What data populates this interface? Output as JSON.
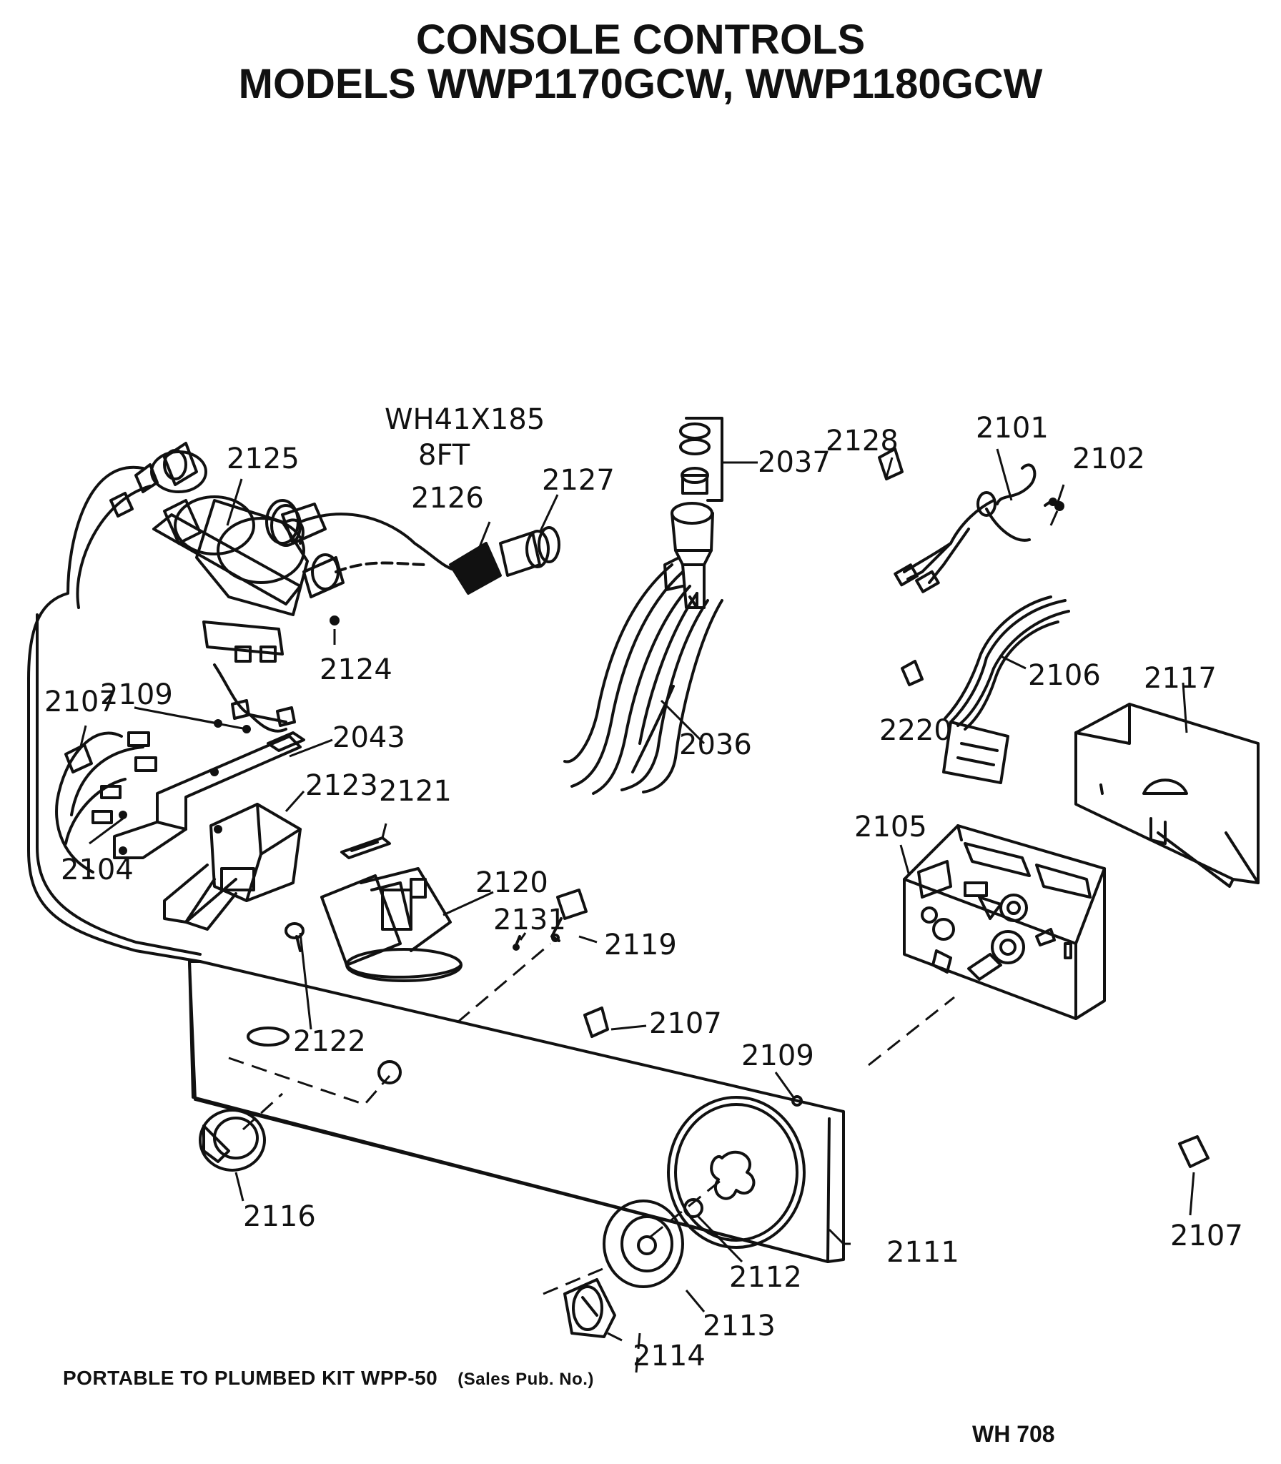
{
  "title": {
    "line1": "CONSOLE CONTROLS",
    "line2": "MODELS WWP1170GCW, WWP1180GCW"
  },
  "cord_note": {
    "part": "WH41X185",
    "length": "8FT"
  },
  "parts": {
    "p2125": "2125",
    "p2126": "2126",
    "p2127": "2127",
    "p2037": "2037",
    "p2128": "2128",
    "p2101": "2101",
    "p2102": "2102",
    "p2124": "2124",
    "p2036": "2036",
    "p2106": "2106",
    "p2220": "2220",
    "p2117": "2117",
    "p2107a": "2107",
    "p2109a": "2109",
    "p2043": "2043",
    "p2123": "2123",
    "p2121": "2121",
    "p2104": "2104",
    "p2120": "2120",
    "p2131": "2131",
    "p2119": "2119",
    "p2105": "2105",
    "p2122": "2122",
    "p2107b": "2107",
    "p2109b": "2109",
    "p2116": "2116",
    "p2111": "2111",
    "p2112": "2112",
    "p2113": "2113",
    "p2114": "2114",
    "p2107c": "2107"
  },
  "footer": {
    "kit": "PORTABLE TO PLUMBED KIT WPP-50",
    "pub": "(Sales Pub. No.)",
    "code": "WH 708"
  }
}
